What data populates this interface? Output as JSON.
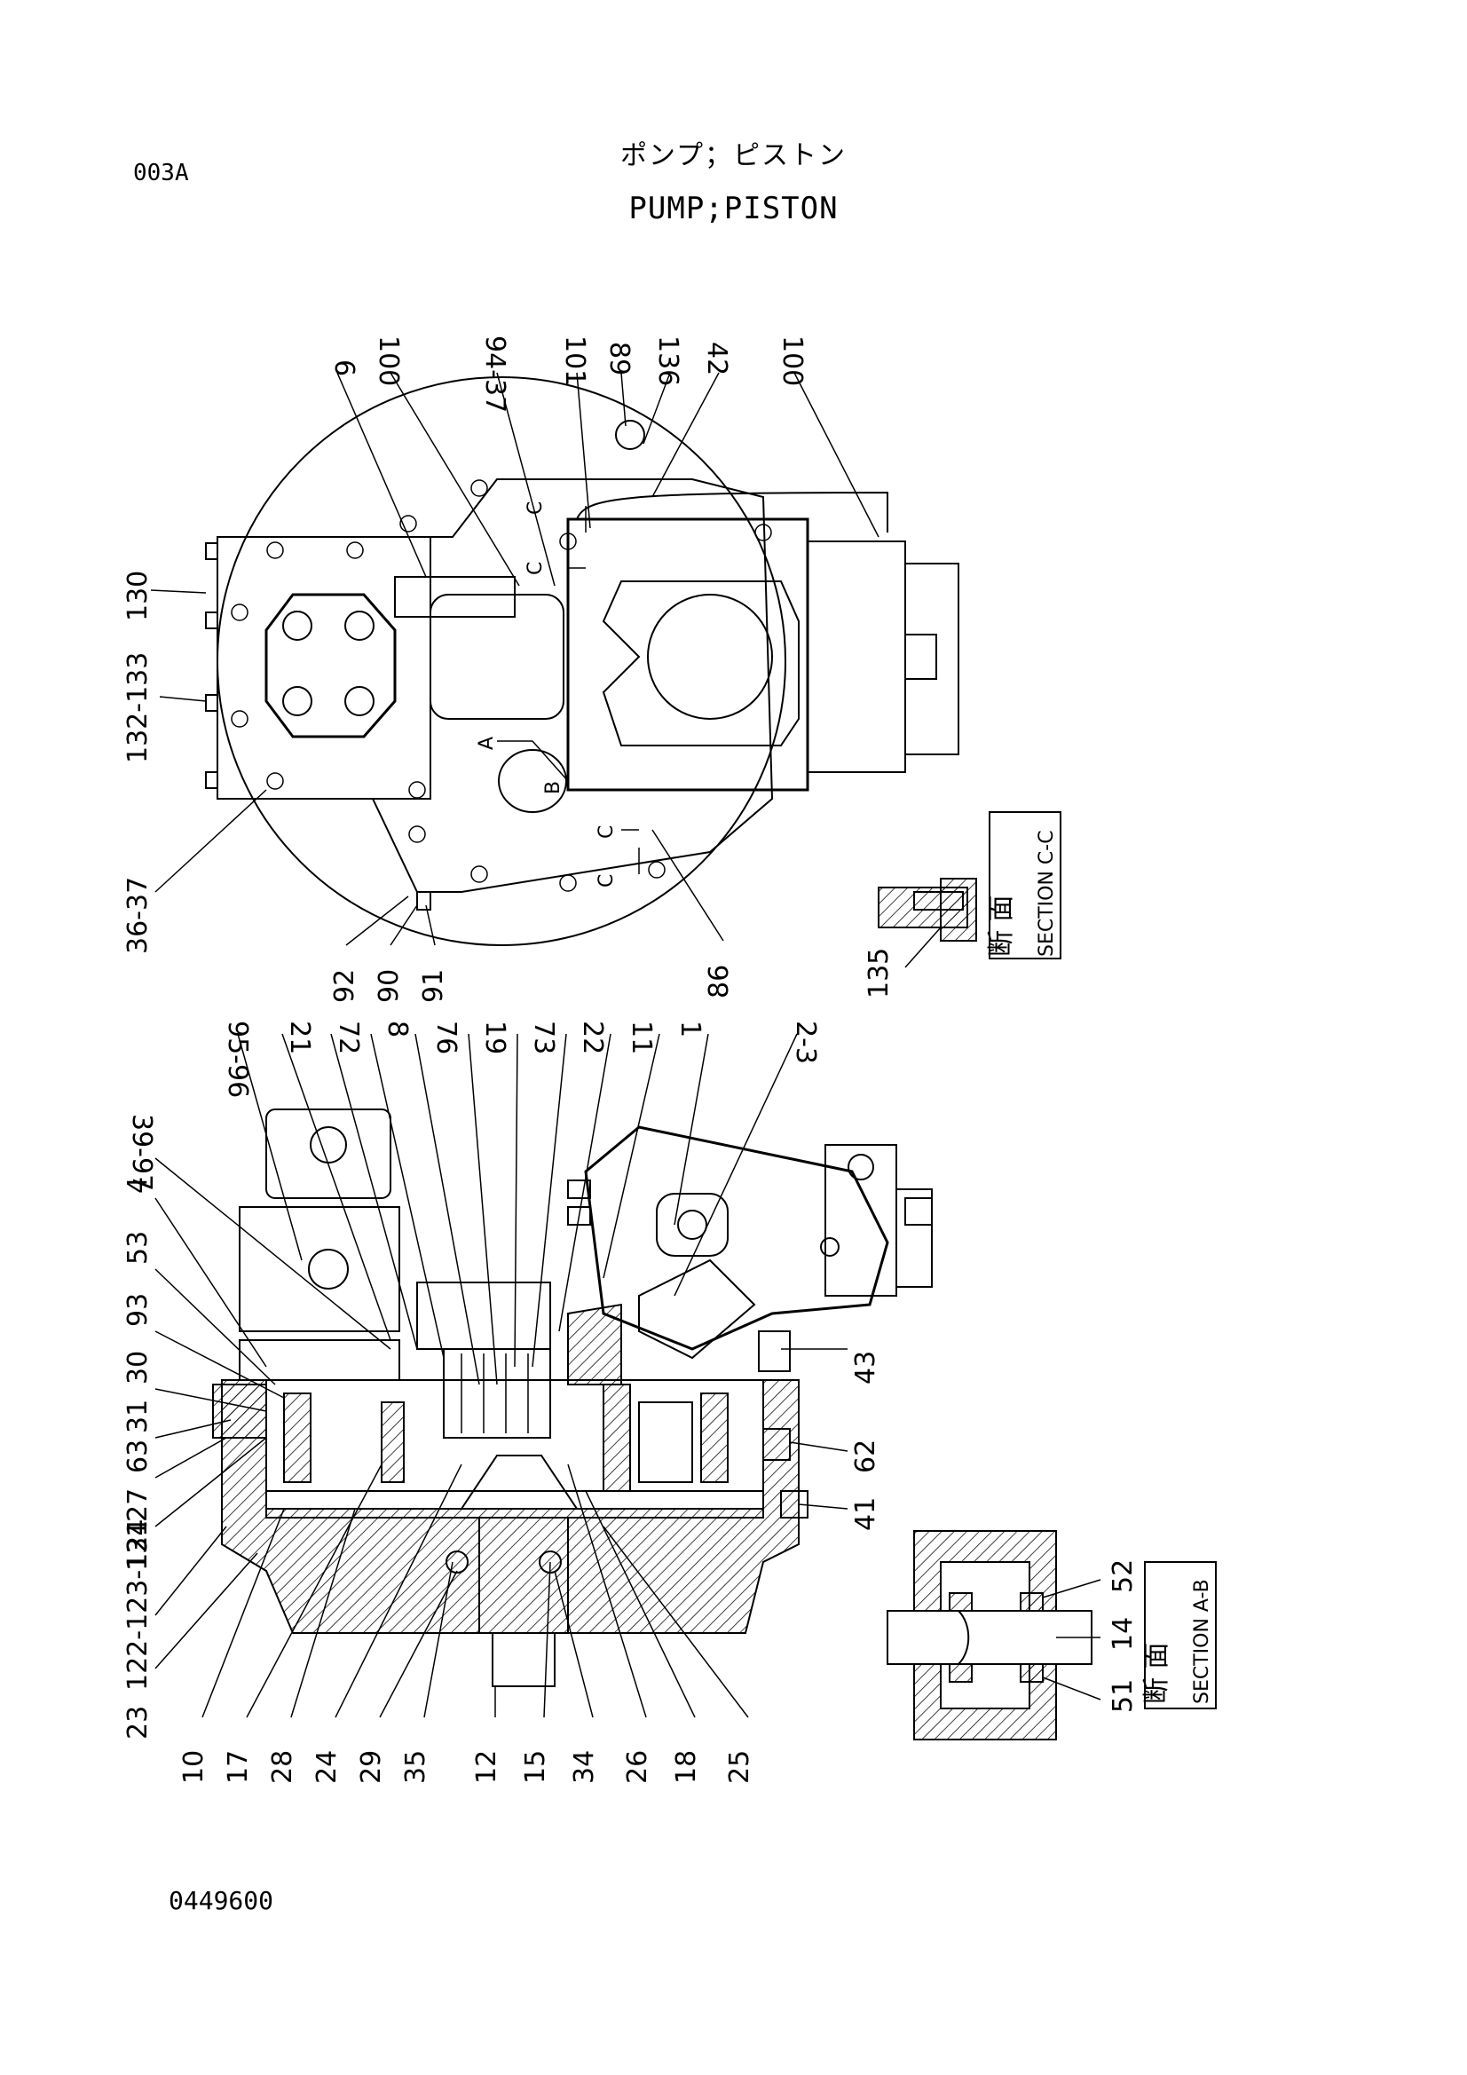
{
  "header": {
    "page_code": "003A",
    "title_jp": "ポンプ；ピストン",
    "title_en": "PUMP;PISTON",
    "drawing_no": "0449600"
  },
  "top_view": {
    "callouts": [
      "6",
      "100",
      "94-37",
      "101",
      "89",
      "136",
      "42",
      "100",
      "130",
      "132-133",
      "36-37",
      "92",
      "90",
      "91",
      "86"
    ],
    "section_marks": [
      "C",
      "C",
      "C",
      "C",
      "A",
      "B"
    ]
  },
  "section_cc": {
    "part": "135",
    "title_jp": "断 面",
    "title_en": "SECTION C-C"
  },
  "side_view": {
    "callouts_top": [
      "39-97",
      "95-96",
      "21",
      "72",
      "8",
      "76",
      "19",
      "73",
      "22",
      "11",
      "1",
      "2-3"
    ],
    "callouts_left": [
      "4",
      "53",
      "93",
      "30",
      "31",
      "63",
      "27",
      "131",
      "122-123-124",
      "23"
    ],
    "callouts_bottom": [
      "10",
      "17",
      "28",
      "24",
      "29",
      "35",
      "12",
      "15",
      "34",
      "26",
      "18",
      "25"
    ],
    "callouts_right": [
      "43",
      "62",
      "41"
    ]
  },
  "section_ab": {
    "parts": [
      "52",
      "14",
      "51"
    ],
    "title_jp": "断 面",
    "title_en": "SECTION A-B"
  }
}
